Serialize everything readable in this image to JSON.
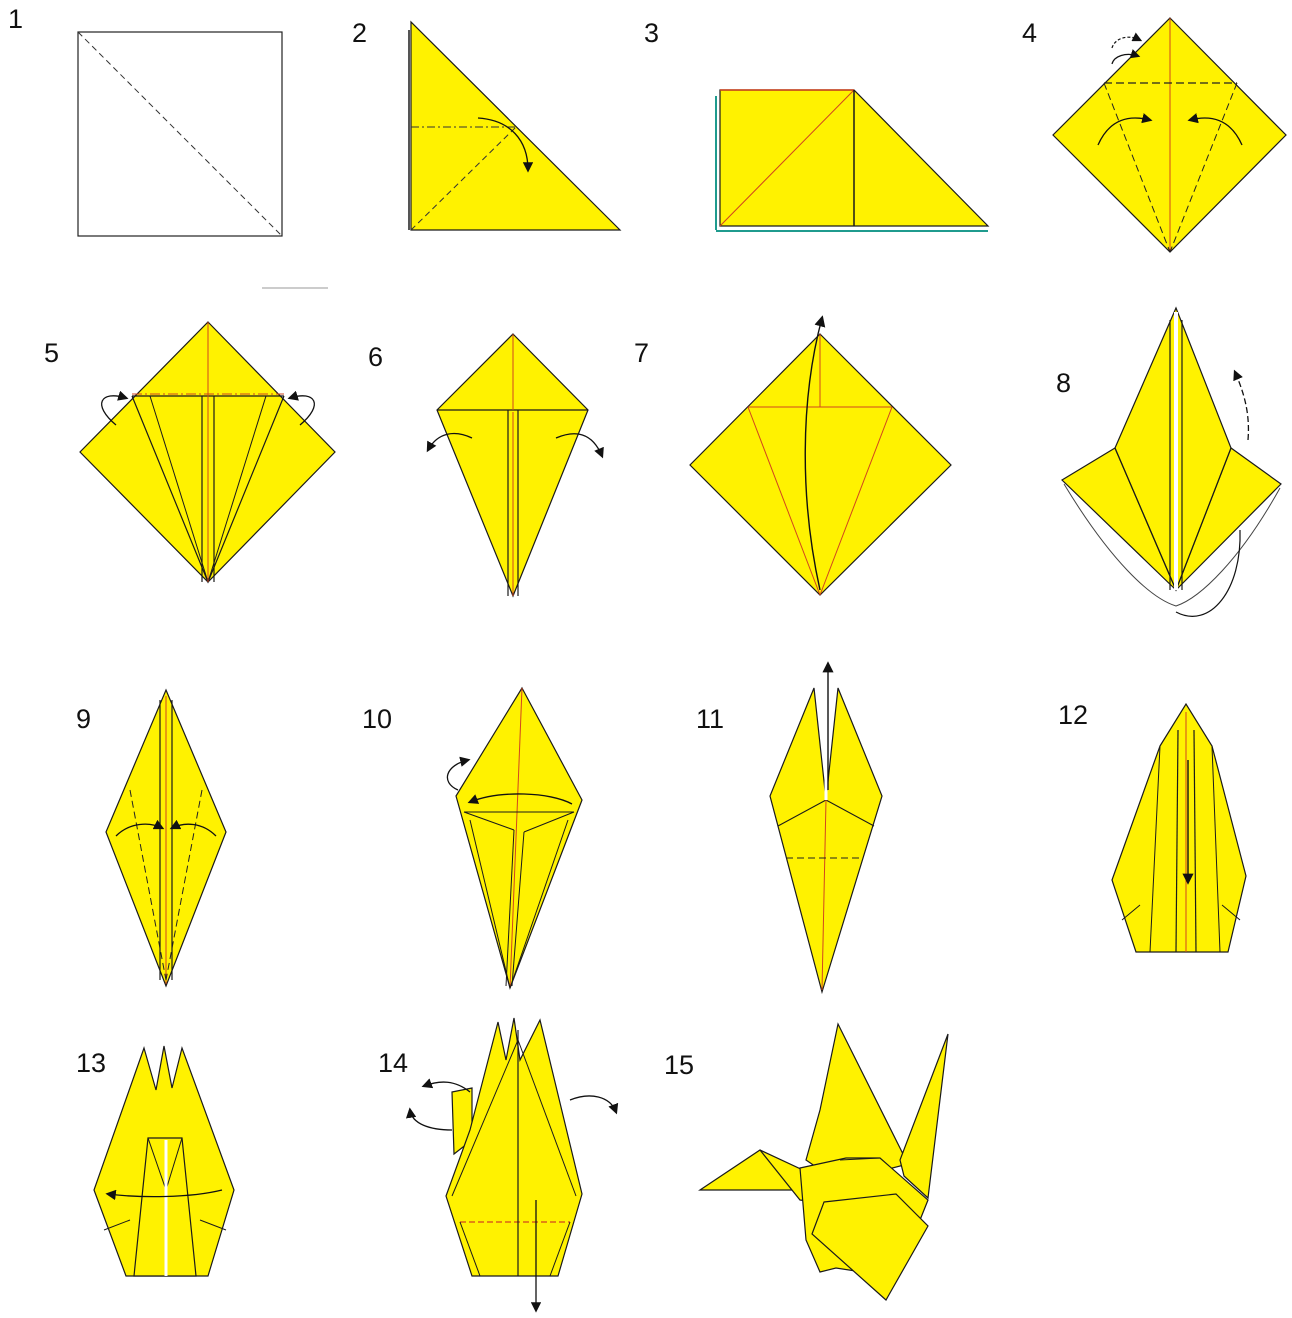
{
  "colors": {
    "paper": "#FFF200",
    "edge": "#1a1a1a",
    "crease_red": "#d2451e",
    "blank_sheet": "#ffffff",
    "teal_edge": "#1f9b8e"
  },
  "steps": [
    {
      "label": "1"
    },
    {
      "label": "2"
    },
    {
      "label": "3"
    },
    {
      "label": "4"
    },
    {
      "label": "5"
    },
    {
      "label": "6"
    },
    {
      "label": "7"
    },
    {
      "label": "8"
    },
    {
      "label": "9"
    },
    {
      "label": "10"
    },
    {
      "label": "11"
    },
    {
      "label": "12"
    },
    {
      "label": "13"
    },
    {
      "label": "14"
    },
    {
      "label": "15"
    }
  ]
}
